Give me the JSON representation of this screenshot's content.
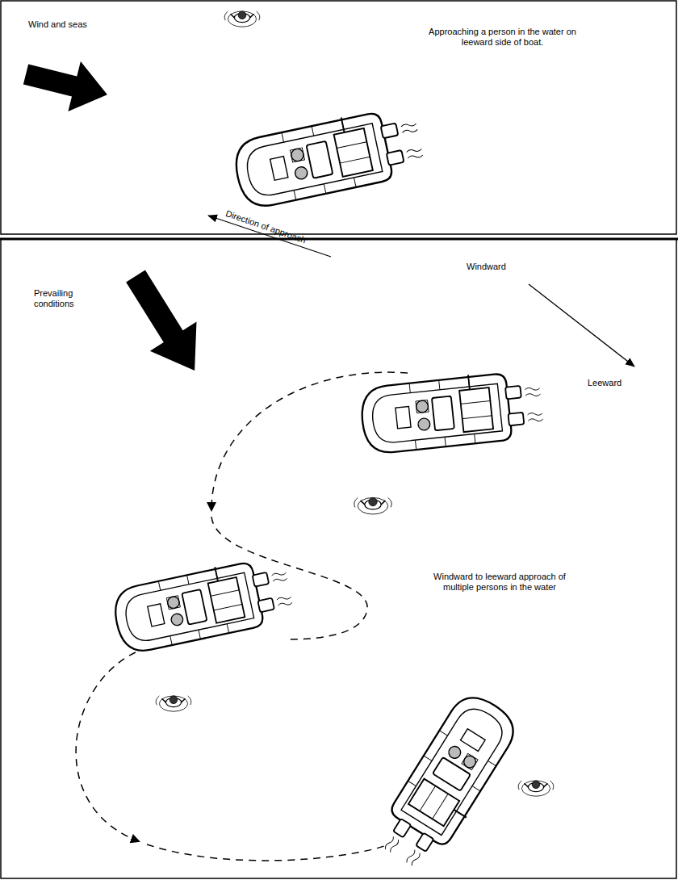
{
  "diagram": {
    "labels": [
      "Wind and seas",
      "Approaching a person in the water on leeward side of boat.",
      "Direction of approach",
      "Prevailing conditions",
      "Windward",
      "Leeward",
      "Windward to leeward approach of multiple persons in the water"
    ]
  }
}
